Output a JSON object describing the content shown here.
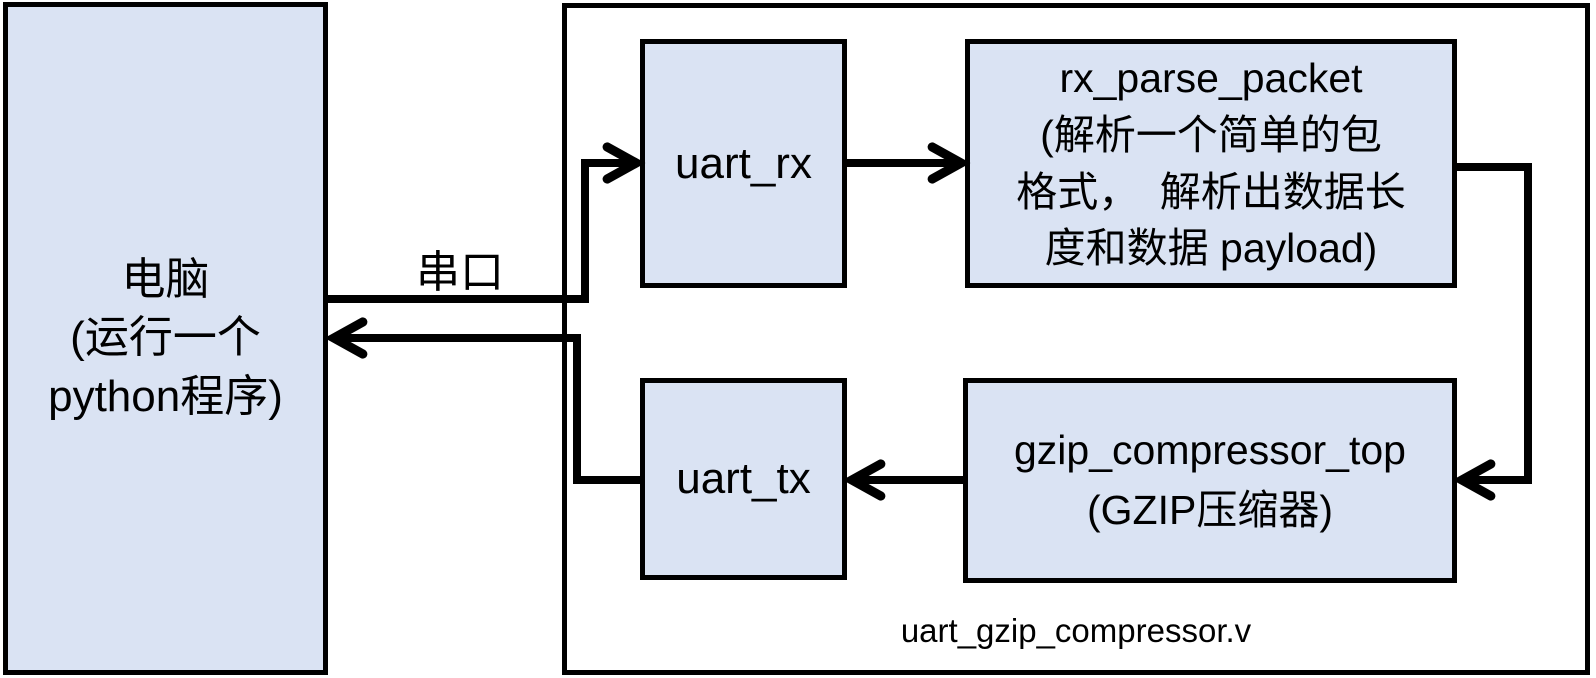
{
  "computer": {
    "lines": [
      "电脑",
      "(运行一个",
      "python程序)"
    ]
  },
  "serial_link": {
    "label": "串口"
  },
  "module": {
    "filename_label": "uart_gzip_compressor.v",
    "blocks": {
      "uart_rx": {
        "label": "uart_rx"
      },
      "rx_parse_packet": {
        "lines": [
          "rx_parse_packet",
          "(解析一个简单的包",
          "格式，　解析出数据长",
          "度和数据 payload)"
        ]
      },
      "uart_tx": {
        "label": "uart_tx"
      },
      "gzip_compressor_top": {
        "lines": [
          "gzip_compressor_top",
          "(GZIP压缩器)"
        ]
      }
    }
  },
  "connections": [
    {
      "from": "电脑",
      "to": "uart_rx",
      "label": "串口"
    },
    {
      "from": "uart_rx",
      "to": "rx_parse_packet",
      "label": ""
    },
    {
      "from": "rx_parse_packet",
      "to": "gzip_compressor_top",
      "label": ""
    },
    {
      "from": "gzip_compressor_top",
      "to": "uart_tx",
      "label": ""
    },
    {
      "from": "uart_tx",
      "to": "电脑",
      "label": "串口"
    }
  ],
  "colors": {
    "block_fill": "#dae3f3",
    "block_border": "#000000",
    "arrow": "#000000",
    "canvas_bg": "#ffffff"
  }
}
